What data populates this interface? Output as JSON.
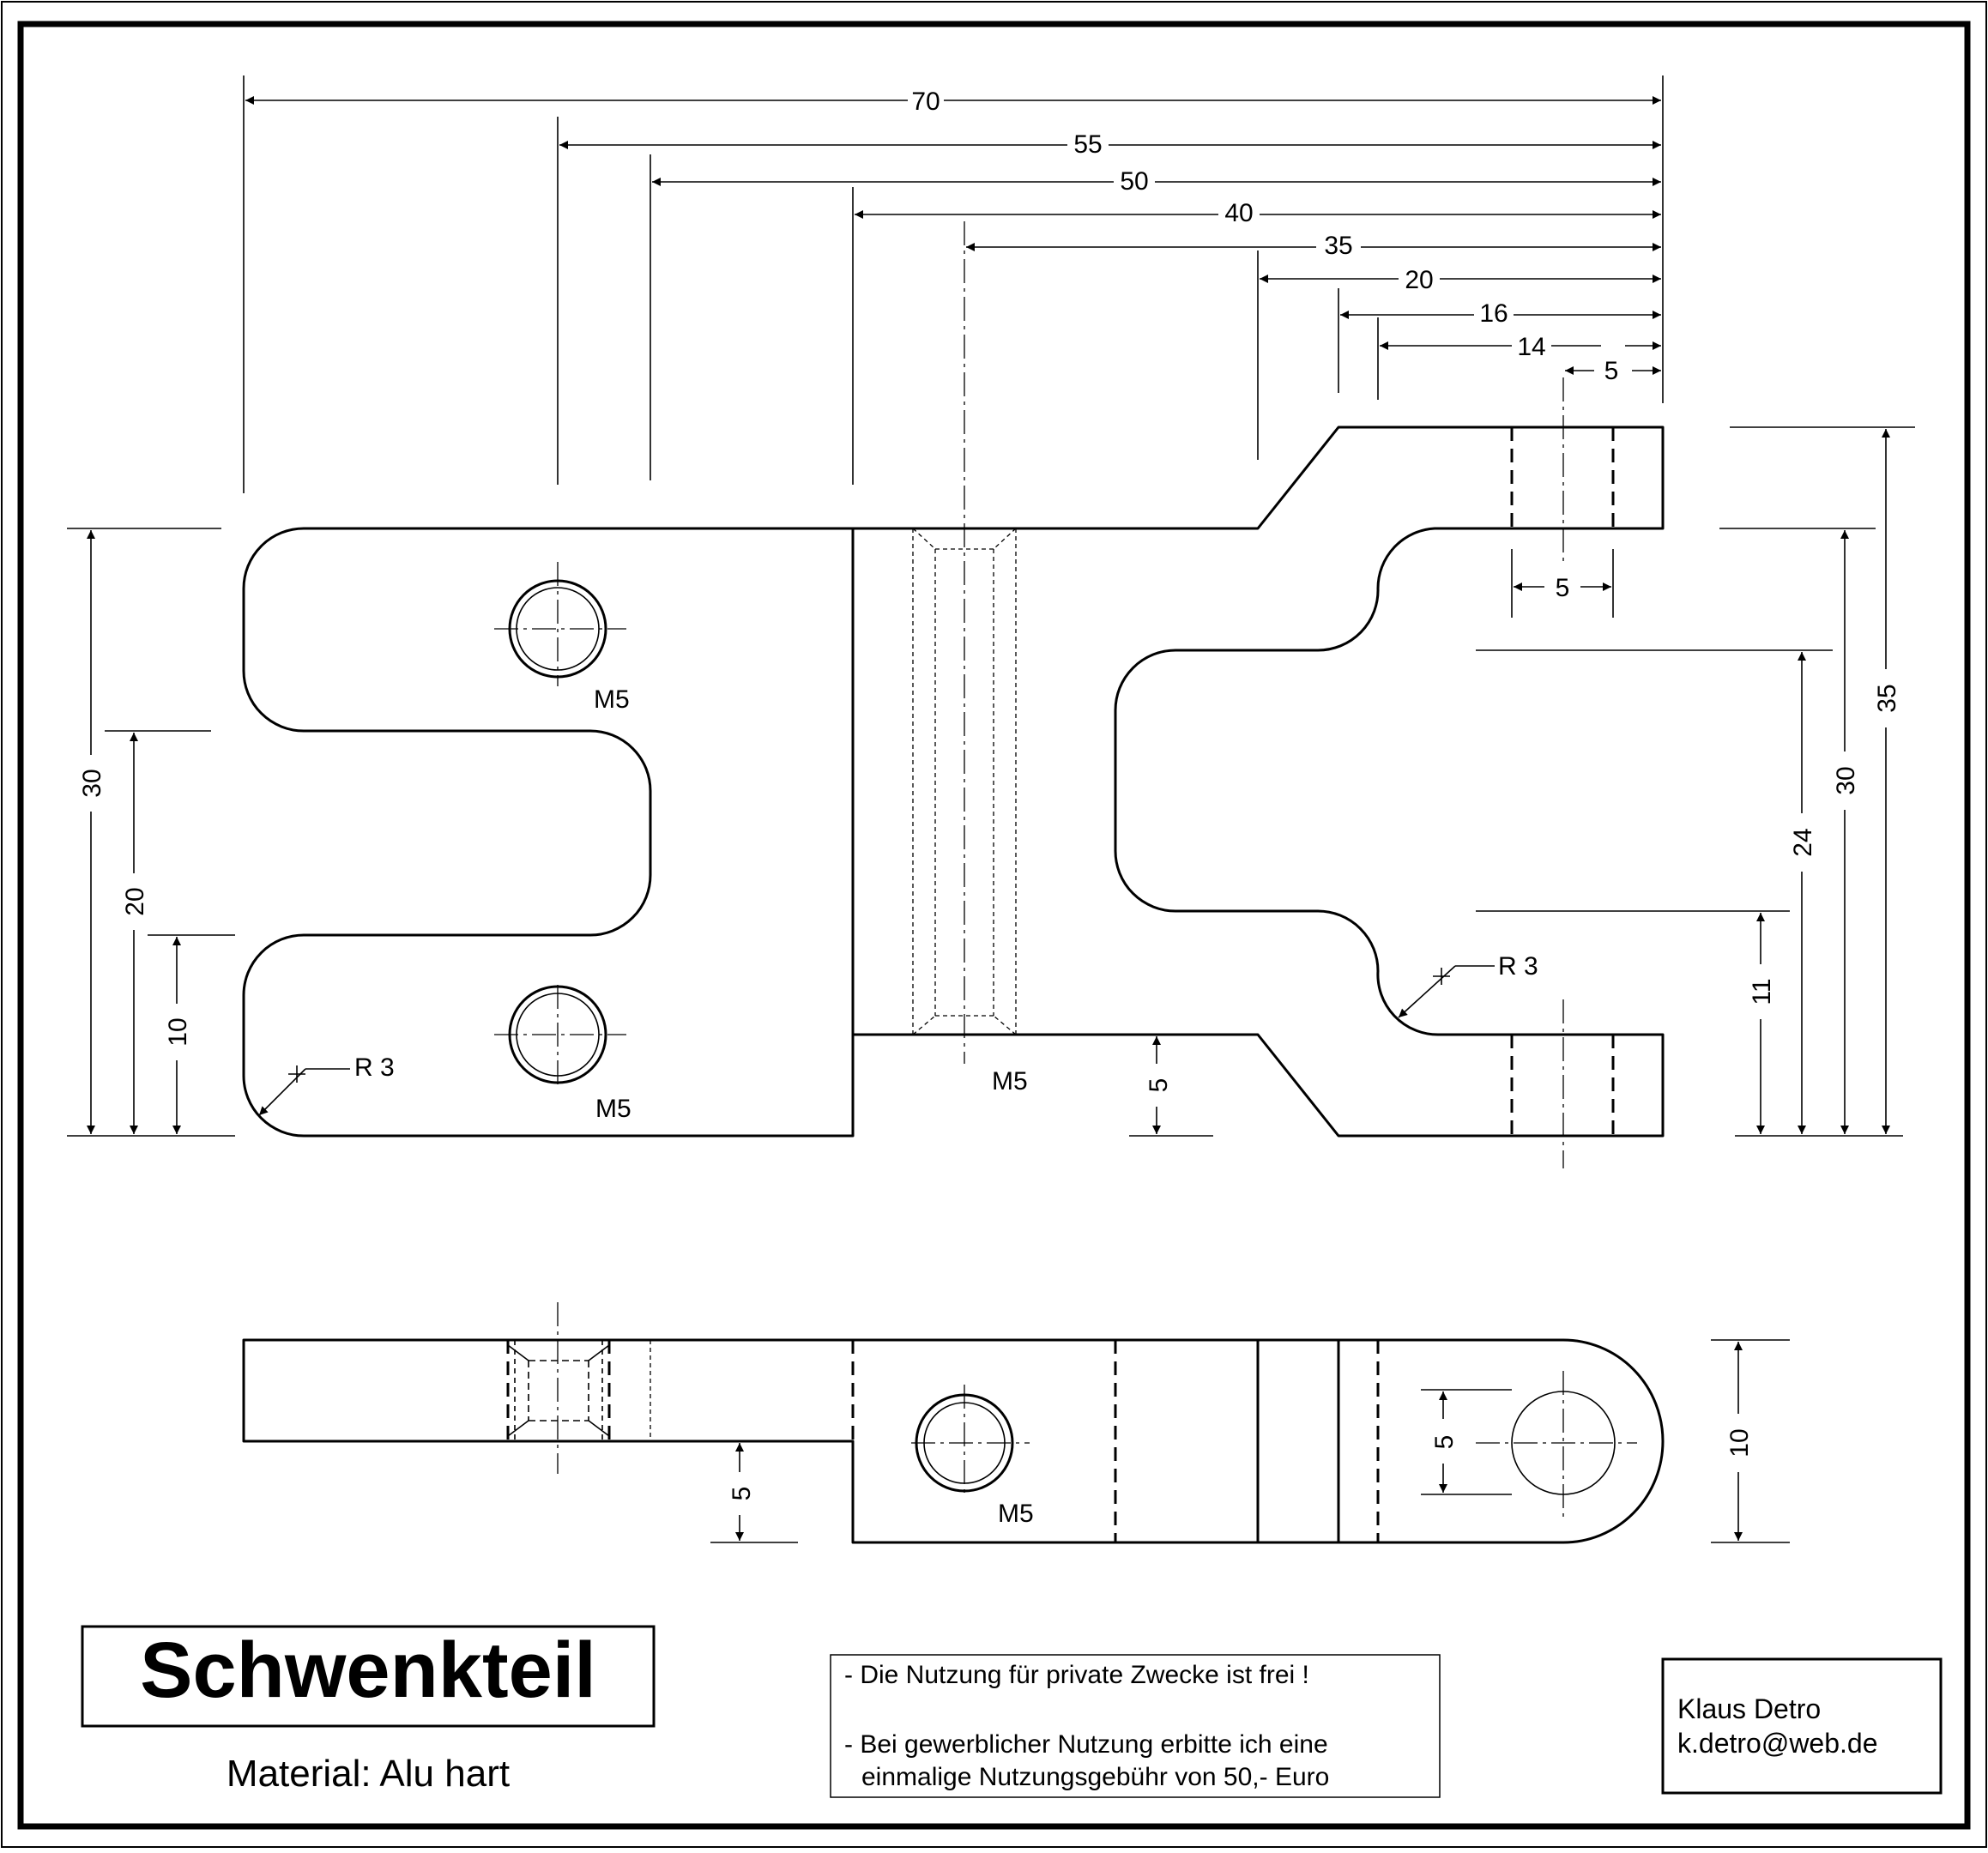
{
  "title": "Schwenkteil",
  "material": "Material: Alu hart",
  "notice": {
    "line1": "- Die Nutzung für private Zwecke ist frei !",
    "line2": "- Bei gewerblicher Nutzung erbitte ich eine",
    "line3": "einmalige Nutzungsgebühr von 50,- Euro"
  },
  "author": {
    "name": "Klaus Detro",
    "email": "k.detro@web.de"
  },
  "dimensions": {
    "top": [
      "70",
      "55",
      "50",
      "40",
      "35",
      "20",
      "16",
      "14",
      "5"
    ],
    "right": [
      "35",
      "30",
      "24",
      "11"
    ],
    "left": [
      "30",
      "20",
      "10"
    ],
    "slot_width": "5",
    "bottom_plate": "5",
    "side_offset": "5",
    "side_hole": "5",
    "side_thickness": "10"
  },
  "labels": {
    "thread_top": "M5",
    "thread_bottom": "M5",
    "thread_center": "M5",
    "thread_side": "M5",
    "radius_left": "R 3",
    "radius_right": "R 3"
  }
}
